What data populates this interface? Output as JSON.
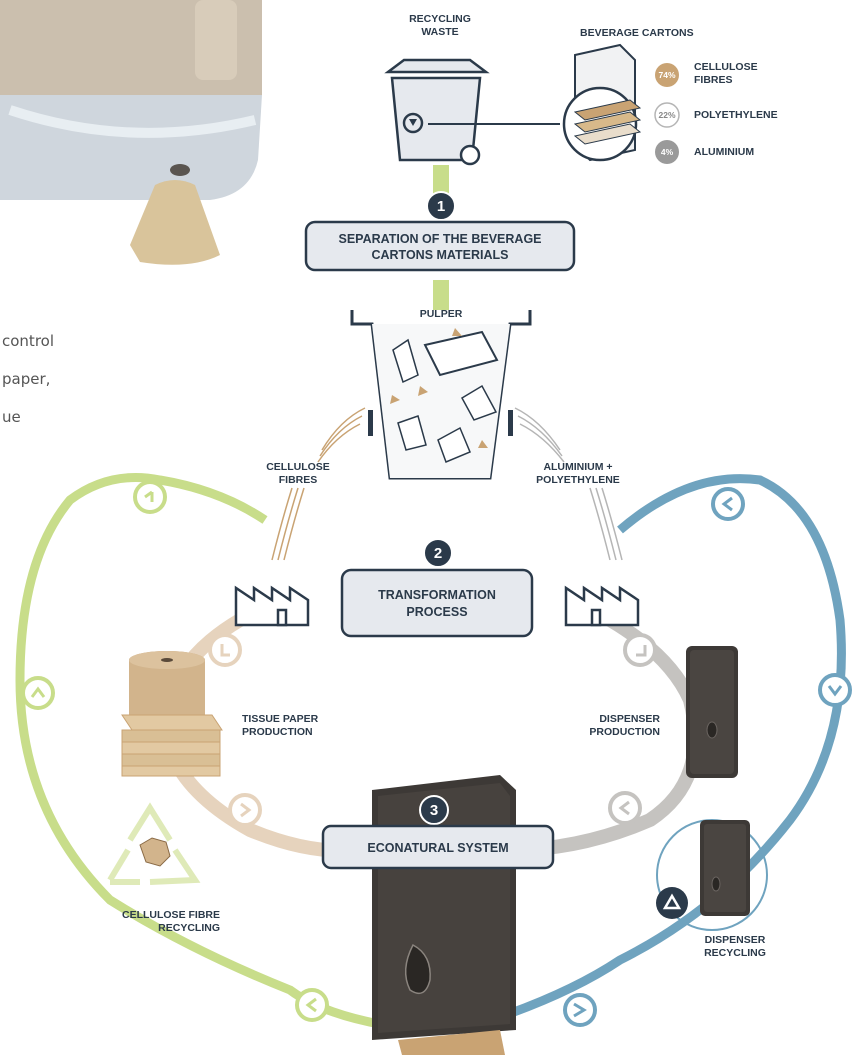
{
  "side_text": [
    "control",
    "paper,",
    "ue"
  ],
  "top": {
    "recycling_waste": [
      "RECYCLING",
      "WASTE"
    ],
    "beverage_cartons_title": "BEVERAGE CARTONS",
    "composition": [
      {
        "percent": "74%",
        "label": [
          "CELLULOSE",
          "FIBRES"
        ],
        "color": "#c9a373"
      },
      {
        "percent": "22%",
        "label": [
          "POLYETHYLENE"
        ],
        "color": "#ffffff"
      },
      {
        "percent": "4%",
        "label": [
          "ALUMINIUM"
        ],
        "color": "#9a9a9a"
      }
    ]
  },
  "steps": [
    {
      "number": "1",
      "label": [
        "SEPARATION OF THE BEVERAGE",
        "CARTONS MATERIALS"
      ]
    },
    {
      "number": "2",
      "label": [
        "TRANSFORMATION",
        "PROCESS"
      ]
    },
    {
      "number": "3",
      "label": [
        "ECONATURAL SYSTEM"
      ]
    }
  ],
  "pulper_label": "PULPER",
  "outputs": {
    "cellulose_fibres": [
      "CELLULOSE",
      "FIBRES"
    ],
    "aluminium_polyethylene": [
      "ALUMINIUM +",
      "POLYETHYLENE"
    ]
  },
  "stages": {
    "tissue_paper": [
      "TISSUE PAPER",
      "PRODUCTION"
    ],
    "dispenser_production": [
      "DISPENSER",
      "PRODUCTION"
    ],
    "cellulose_recycling": [
      "CELLULOSE FIBRE",
      "RECYCLING"
    ],
    "dispenser_recycling": [
      "DISPENSER",
      "RECYCLING"
    ]
  },
  "colors": {
    "green_loop": "#c8dd8a",
    "blue_loop": "#6fa3bf",
    "tan_loop": "#e6d3bd",
    "grey_loop": "#c5c3c0",
    "step_circle": "#2b3a4a",
    "box_fill": "#e6e9ee",
    "dark_product": "#3d3936",
    "kraft": "#d2b48c"
  }
}
